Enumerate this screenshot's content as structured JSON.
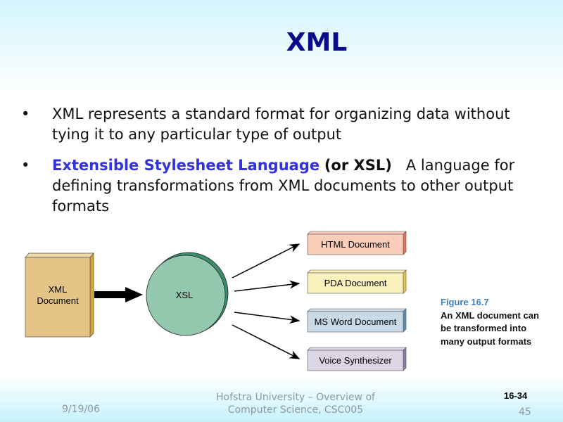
{
  "title": "XML",
  "bullets": [
    {
      "text": "XML represents a standard format for organizing data without tying it to any particular type of output"
    },
    {
      "highlight": "Extensible Stylesheet Language",
      "bold": "(or XSL)",
      "text": "A language for defining transformations from XML documents to other output formats"
    }
  ],
  "diagram": {
    "source": [
      "XML",
      "Document"
    ],
    "processor": "XSL",
    "outputs": [
      {
        "label": "HTML Document",
        "color": "#f9cdb8",
        "edge": "#e8735a"
      },
      {
        "label": "PDA Document",
        "color": "#fbf1bd",
        "edge": "#e6c84a"
      },
      {
        "label": "MS Word Document",
        "color": "#c8d9e8",
        "edge": "#5a8fb8"
      },
      {
        "label": "Voice Synthesizer",
        "color": "#dcd5e6",
        "edge": "#8d7aa8"
      }
    ]
  },
  "caption": {
    "figure": "Figure 16.7",
    "text": "An XML document can be transformed into many output formats"
  },
  "footer": {
    "date": "9/19/06",
    "center_line1": "Hofstra University – Overview of",
    "center_line2": "Computer Science, CSC005",
    "page_label": "16-34",
    "slide_number": "45"
  }
}
